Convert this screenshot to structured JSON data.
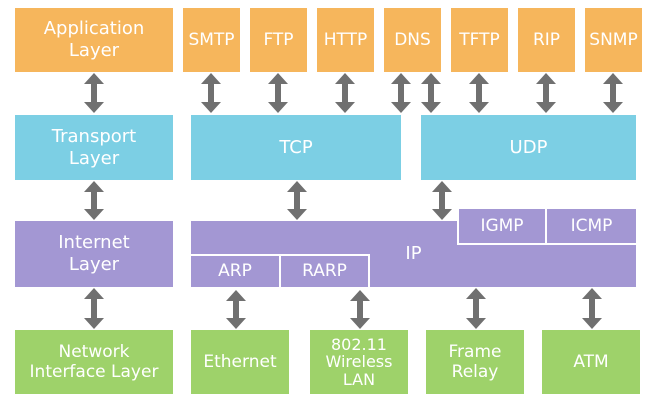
{
  "layers": {
    "application": "Application\nLayer",
    "transport": "Transport\nLayer",
    "internet": "Internet\nLayer",
    "network_interface": "Network\nInterface Layer"
  },
  "application_protocols": [
    "SMTP",
    "FTP",
    "HTTP",
    "DNS",
    "TFTP",
    "RIP",
    "SNMP"
  ],
  "transport_protocols": {
    "tcp": "TCP",
    "udp": "UDP"
  },
  "internet_protocols": {
    "ip": "IP",
    "igmp": "IGMP",
    "icmp": "ICMP",
    "arp": "ARP",
    "rarp": "RARP"
  },
  "network_protocols": [
    "Ethernet",
    "802.11\nWireless\nLAN",
    "Frame\nRelay",
    "ATM"
  ],
  "colors": {
    "application": "#f6b65c",
    "transport": "#7ccfe4",
    "internet": "#a397d3",
    "network": "#9ed26a",
    "arrow": "#707070"
  }
}
